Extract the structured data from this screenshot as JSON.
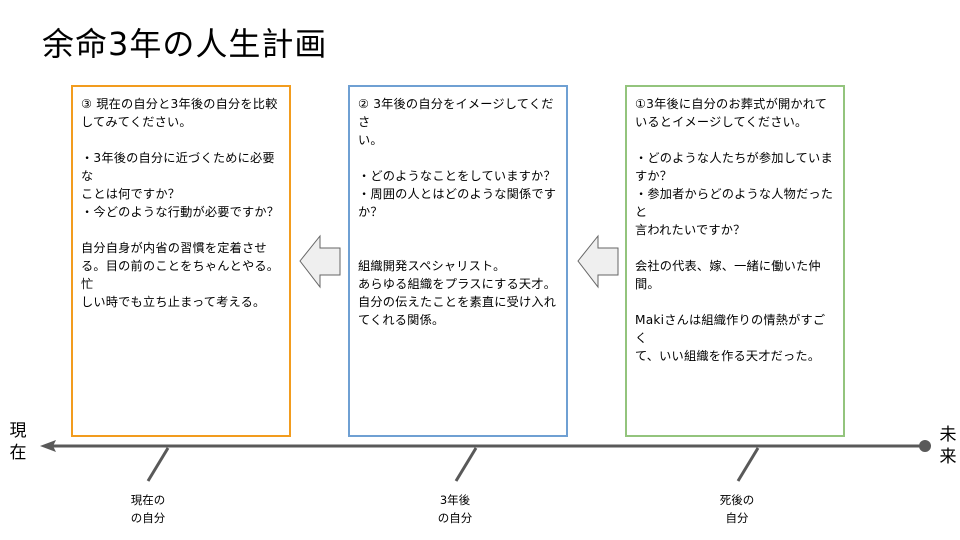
{
  "title": "余命3年の人生計画",
  "boxes": {
    "present": {
      "text": "③ 現在の自分と3年後の自分を比較\nしてみてください。\n\n・3年後の自分に近づくために必要な\nことは何ですか？\n・今どのような行動が必要ですか？\n\n自分自身が内省の習慣を定着させ\nる。目の前のことをちゃんとやる。忙\nしい時でも立ち止まって考える。",
      "color": "#f29c1e"
    },
    "three_years": {
      "text": "② 3年後の自分をイメージしてくださ\nい。\n\n・どのようなことをしていますか？\n・周囲の人とはどのような関係です\nか？\n\n\n組織開発スペシャリスト。\nあらゆる組織をプラスにする天才。\n自分の伝えたことを素直に受け入れ\nてくれる関係。",
      "color": "#6fa0d3"
    },
    "funeral": {
      "text": "①3年後に自分のお葬式が開かれて\nいるとイメージしてください。\n\n・どのような人たちが参加していますか？\n・参加者からどのような人物だったと\n言われたいですか？\n\n会社の代表、嫁、一緒に働いた仲\n間。\n\nMakiさんは組織作りの情熱がすごく\nて、いい組織を作る天才だった。",
      "color": "#93c47d"
    }
  },
  "timeline": {
    "left_label": "現\n在",
    "right_label": "未\n来",
    "ticks": [
      "現在の\nの自分",
      "3年後\nの自分",
      "死後の\n自分"
    ],
    "line_color": "#595959"
  }
}
